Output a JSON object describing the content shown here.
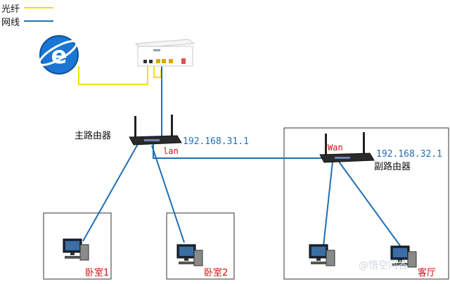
{
  "legend": {
    "fiber_label": "光纤",
    "cable_label": "网线",
    "fiber_color": "#f2e200",
    "cable_color": "#1f6fb4"
  },
  "colors": {
    "label_red": "#d01010",
    "ip_blue": "#1f6fb4",
    "text_dark": "#111111",
    "box_border": "#333333"
  },
  "icons": {
    "internet": "internet-explorer-icon",
    "modem": "optical-modem-icon",
    "router": "wifi-router-icon",
    "computer": "desktop-computer-icon"
  },
  "main_router": {
    "label": "主路由器",
    "ip": "192.168.31.1",
    "port_label": "lan"
  },
  "sub_router": {
    "label": "副路由器",
    "ip": "192.168.32.1",
    "port_label": "Wan"
  },
  "rooms": {
    "bedroom1": "卧室1",
    "bedroom2": "卧室2",
    "living_room": "客厅"
  },
  "watermark": "@悟空问答"
}
